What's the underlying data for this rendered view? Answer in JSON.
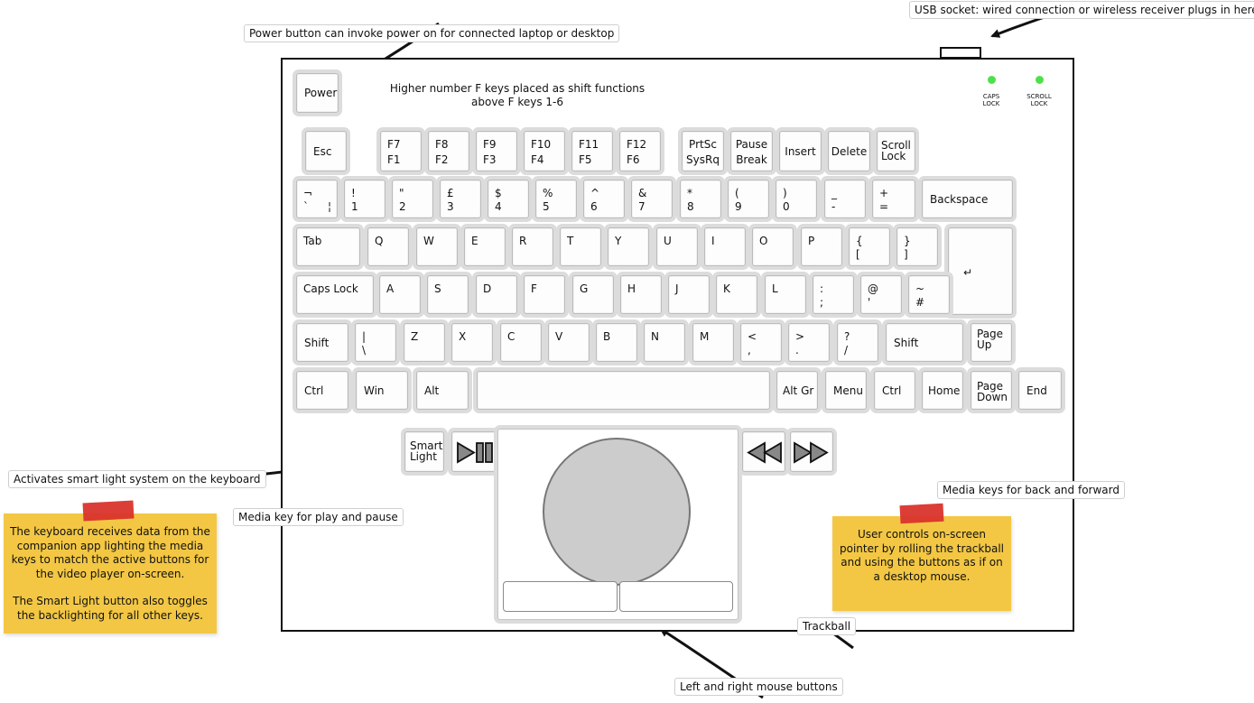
{
  "callouts": {
    "power": "Power button can invoke power on for connected laptop or desktop",
    "usb": "USB socket: wired connection or wireless receiver plugs in here",
    "smart_light": "Activates smart light system on the keyboard",
    "play_pause": "Media key for play and pause",
    "back_forward": "Media keys for back and forward",
    "trackball": "Trackball",
    "mouse_buttons": "Left and right mouse buttons"
  },
  "annotation_fkeys": [
    "Higher number F keys placed as shift functions",
    "above F keys 1-6"
  ],
  "notes": {
    "left": [
      "The keyboard receives data from the",
      "companion app lighting the media",
      "keys to match the active buttons for",
      "the video player on-screen.",
      "",
      "The Smart Light button also toggles",
      "the backlighting for all other keys."
    ],
    "right": [
      "User controls on-screen",
      "pointer by rolling the trackball",
      "and using the buttons as if on",
      "a desktop mouse."
    ]
  },
  "leds": {
    "caps": [
      "CAPS",
      "LOCK"
    ],
    "scroll": [
      "SCROLL",
      "LOCK"
    ],
    "color": "#4ee04b"
  },
  "keys": {
    "power": "Power",
    "esc": "Esc",
    "fkeys": [
      {
        "shift": "F7",
        "base": "F1"
      },
      {
        "shift": "F8",
        "base": "F2"
      },
      {
        "shift": "F9",
        "base": "F3"
      },
      {
        "shift": "F10",
        "base": "F4"
      },
      {
        "shift": "F11",
        "base": "F5"
      },
      {
        "shift": "F12",
        "base": "F6"
      }
    ],
    "prtsc": [
      "PrtSc",
      "SysRq"
    ],
    "pause": [
      "Pause",
      "Break"
    ],
    "insert": "Insert",
    "delete": "Delete",
    "scroll_lock": [
      "Scroll",
      "Lock"
    ],
    "number_row": [
      {
        "top": "¬",
        "bottom": "`",
        "extra": "¦"
      },
      {
        "top": "!",
        "bottom": "1"
      },
      {
        "top": "\"",
        "bottom": "2"
      },
      {
        "top": "£",
        "bottom": "3"
      },
      {
        "top": "$",
        "bottom": "4"
      },
      {
        "top": "%",
        "bottom": "5"
      },
      {
        "top": "^",
        "bottom": "6"
      },
      {
        "top": "&",
        "bottom": "7"
      },
      {
        "top": "*",
        "bottom": "8"
      },
      {
        "top": "(",
        "bottom": "9"
      },
      {
        "top": ")",
        "bottom": "0"
      },
      {
        "top": "_",
        "bottom": "-"
      },
      {
        "top": "+",
        "bottom": "="
      }
    ],
    "backspace": "Backspace",
    "tab": "Tab",
    "qwerty_row": [
      "Q",
      "W",
      "E",
      "R",
      "T",
      "Y",
      "U",
      "I",
      "O",
      "P"
    ],
    "brackets": [
      {
        "top": "{",
        "bottom": "["
      },
      {
        "top": "}",
        "bottom": "]"
      }
    ],
    "enter": "↵",
    "caps_lock": "Caps Lock",
    "home_row": [
      "A",
      "S",
      "D",
      "F",
      "G",
      "H",
      "J",
      "K",
      "L"
    ],
    "home_row_punct": [
      {
        "top": ":",
        "bottom": ";"
      },
      {
        "top": "@",
        "bottom": "'"
      },
      {
        "top": "~",
        "bottom": "#"
      }
    ],
    "shift": "Shift",
    "backslash": {
      "top": "|",
      "bottom": "\\"
    },
    "bottom_row": [
      "Z",
      "X",
      "C",
      "V",
      "B",
      "N",
      "M"
    ],
    "bottom_row_punct": [
      {
        "top": "<",
        "bottom": ","
      },
      {
        "top": ">",
        "bottom": "."
      },
      {
        "top": "?",
        "bottom": "/"
      }
    ],
    "page_up": [
      "Page",
      "Up"
    ],
    "ctrl": "Ctrl",
    "win": "Win",
    "alt": "Alt",
    "alt_gr": "Alt Gr",
    "menu": "Menu",
    "home": "Home",
    "page_down": [
      "Page",
      "Down"
    ],
    "end": "End",
    "smart_light": [
      "Smart",
      "Light"
    ]
  }
}
